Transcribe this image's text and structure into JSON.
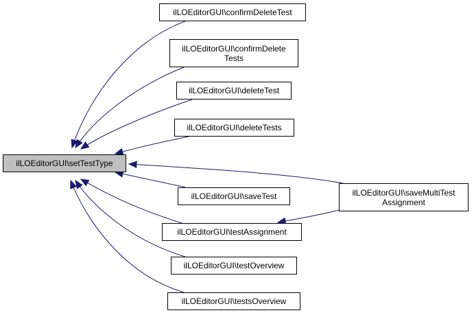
{
  "diagram": {
    "type": "caller-graph",
    "colors": {
      "edge": "#191970",
      "root_fill": "#bfbfbf",
      "node_fill": "#ffffff",
      "border": "#000000"
    },
    "root": {
      "id": "setTestType",
      "lines": [
        "ilLOEditorGUI\\setTestType"
      ]
    },
    "callers": [
      {
        "id": "confirmDeleteTest",
        "lines": [
          "ilLOEditorGUI\\confirmDeleteTest"
        ]
      },
      {
        "id": "confirmDeleteTests",
        "lines": [
          "ilLOEditorGUI\\confirmDelete",
          "Tests"
        ]
      },
      {
        "id": "deleteTest",
        "lines": [
          "ilLOEditorGUI\\deleteTest"
        ]
      },
      {
        "id": "deleteTests",
        "lines": [
          "ilLOEditorGUI\\deleteTests"
        ]
      },
      {
        "id": "saveTest",
        "lines": [
          "ilLOEditorGUI\\saveTest"
        ]
      },
      {
        "id": "testAssignment",
        "lines": [
          "ilLOEditorGUI\\testAssignment"
        ]
      },
      {
        "id": "testOverview",
        "lines": [
          "ilLOEditorGUI\\testOverview"
        ]
      },
      {
        "id": "testsOverview",
        "lines": [
          "ilLOEditorGUI\\testsOverview"
        ]
      },
      {
        "id": "saveMultiTestAssignment",
        "lines": [
          "ilLOEditorGUI\\saveMultiTest",
          "Assignment"
        ]
      }
    ],
    "edges": [
      {
        "from": "confirmDeleteTest",
        "to": "setTestType"
      },
      {
        "from": "confirmDeleteTests",
        "to": "setTestType"
      },
      {
        "from": "deleteTest",
        "to": "setTestType"
      },
      {
        "from": "deleteTests",
        "to": "setTestType"
      },
      {
        "from": "saveTest",
        "to": "setTestType"
      },
      {
        "from": "testAssignment",
        "to": "setTestType"
      },
      {
        "from": "testOverview",
        "to": "setTestType"
      },
      {
        "from": "testsOverview",
        "to": "setTestType"
      },
      {
        "from": "saveMultiTestAssignment",
        "to": "setTestType"
      },
      {
        "from": "saveMultiTestAssignment",
        "to": "testAssignment"
      }
    ]
  }
}
